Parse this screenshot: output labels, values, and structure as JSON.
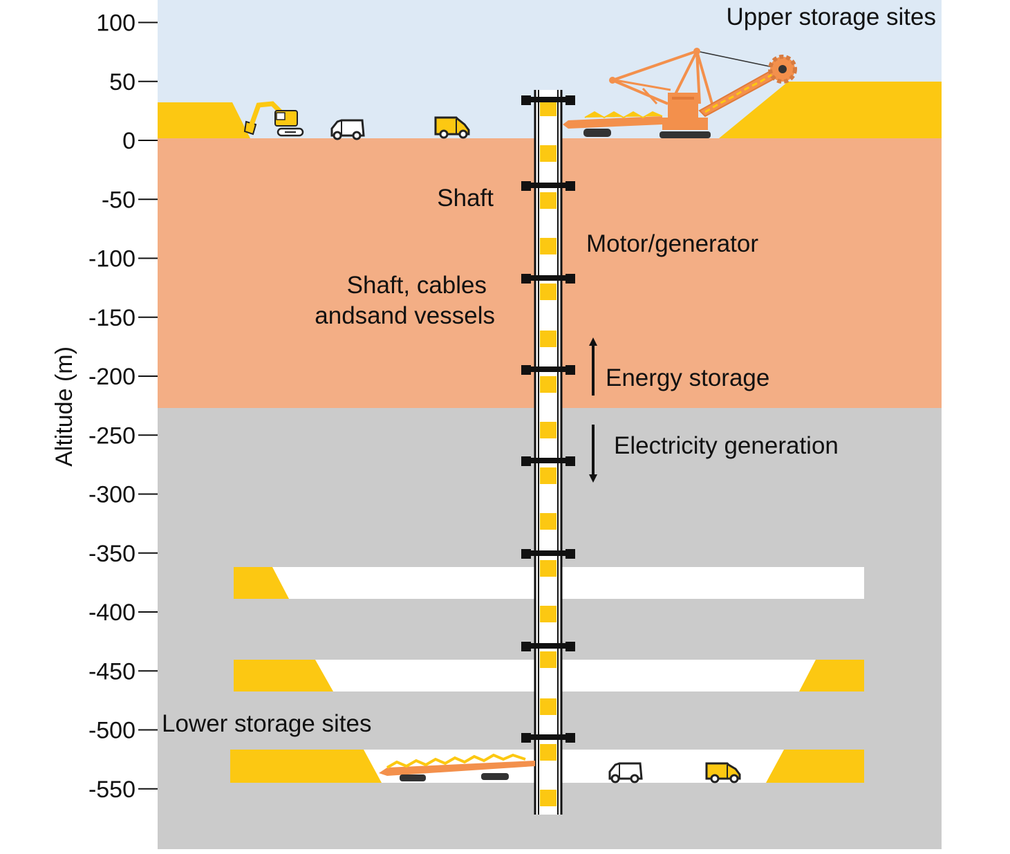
{
  "colors": {
    "sky": "#dde9f5",
    "upper_ground": "#f3ae85",
    "deep_rock": "#cbcbcb",
    "sand": "#fcc812",
    "machine": "#f3904c",
    "gallery": "#ffffff",
    "shaft_frame": "#111111"
  },
  "y_axis": {
    "label": "Altitude (m)",
    "ticks": [
      {
        "value": 100,
        "label": "100"
      },
      {
        "value": 50,
        "label": "50"
      },
      {
        "value": 0,
        "label": "0"
      },
      {
        "value": -50,
        "label": "-50"
      },
      {
        "value": -100,
        "label": "-100"
      },
      {
        "value": -150,
        "label": "-150"
      },
      {
        "value": -200,
        "label": "-200"
      },
      {
        "value": -250,
        "label": "-250"
      },
      {
        "value": -300,
        "label": "-300"
      },
      {
        "value": -350,
        "label": "-350"
      },
      {
        "value": -400,
        "label": "-400"
      },
      {
        "value": -450,
        "label": "-450"
      },
      {
        "value": -500,
        "label": "-500"
      },
      {
        "value": -550,
        "label": "-550"
      }
    ]
  },
  "labels": {
    "upper_storage": "Upper storage sites",
    "shaft": "Shaft",
    "motor_generator": "Motor/generator",
    "cables_line1": "Shaft, cables",
    "cables_line2": "andsand vessels",
    "energy_storage": "Energy storage",
    "electricity_generation": "Electricity generation",
    "lower_storage": "Lower storage sites"
  },
  "icons": [
    "excavator-icon",
    "van-outline-icon",
    "van-filled-icon",
    "bucket-wheel-excavator-icon",
    "conveyor-belt-icon",
    "arrow-up-icon",
    "arrow-down-icon"
  ]
}
